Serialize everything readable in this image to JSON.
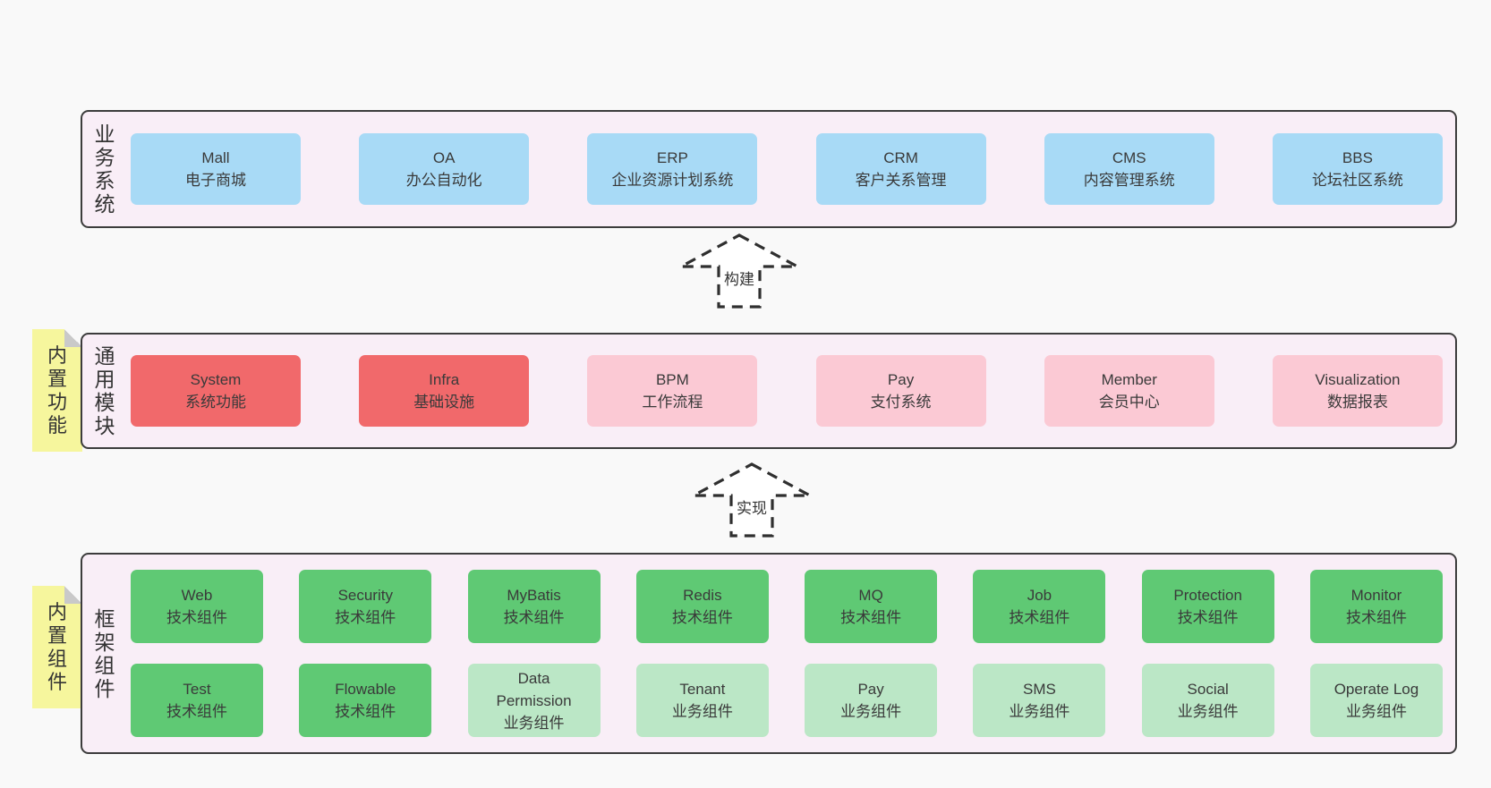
{
  "colors": {
    "page_bg": "#f9f9f9",
    "band_bg": "#f9eef7",
    "band_border": "#3c3c3c",
    "box_blue": "#a8daf6",
    "box_red": "#f1696b",
    "box_pink": "#fbc9d4",
    "box_green": "#5fc974",
    "box_light_green": "#bbe7c6",
    "note_yellow": "#f6f69d",
    "text": "#3a3a3a"
  },
  "arrows": {
    "build": {
      "label": "构建"
    },
    "implement": {
      "label": "实现"
    }
  },
  "sections": {
    "business": {
      "label": "业务系统",
      "items": [
        {
          "en": "Mall",
          "zh": "电子商城",
          "variant": "blue"
        },
        {
          "en": "OA",
          "zh": "办公自动化",
          "variant": "blue"
        },
        {
          "en": "ERP",
          "zh": "企业资源计划系统",
          "variant": "blue"
        },
        {
          "en": "CRM",
          "zh": "客户关系管理",
          "variant": "blue"
        },
        {
          "en": "CMS",
          "zh": "内容管理系统",
          "variant": "blue"
        },
        {
          "en": "BBS",
          "zh": "论坛社区系统",
          "variant": "blue"
        }
      ]
    },
    "common": {
      "label": "通用模块",
      "note": "内置功能",
      "items": [
        {
          "en": "System",
          "zh": "系统功能",
          "variant": "red"
        },
        {
          "en": "Infra",
          "zh": "基础设施",
          "variant": "red"
        },
        {
          "en": "BPM",
          "zh": "工作流程",
          "variant": "pink"
        },
        {
          "en": "Pay",
          "zh": "支付系统",
          "variant": "pink"
        },
        {
          "en": "Member",
          "zh": "会员中心",
          "variant": "pink"
        },
        {
          "en": "Visualization",
          "zh": "数据报表",
          "variant": "pink"
        }
      ]
    },
    "framework": {
      "label": "框架组件",
      "note": "内置组件",
      "row1": [
        {
          "en": "Web",
          "zh": "技术组件",
          "variant": "green"
        },
        {
          "en": "Security",
          "zh": "技术组件",
          "variant": "green"
        },
        {
          "en": "MyBatis",
          "zh": "技术组件",
          "variant": "green"
        },
        {
          "en": "Redis",
          "zh": "技术组件",
          "variant": "green"
        },
        {
          "en": "MQ",
          "zh": "技术组件",
          "variant": "green"
        },
        {
          "en": "Job",
          "zh": "技术组件",
          "variant": "green"
        },
        {
          "en": "Protection",
          "zh": "技术组件",
          "variant": "green"
        },
        {
          "en": "Monitor",
          "zh": "技术组件",
          "variant": "green"
        }
      ],
      "row2": [
        {
          "en": "Test",
          "zh": "技术组件",
          "variant": "green"
        },
        {
          "en": "Flowable",
          "zh": "技术组件",
          "variant": "green"
        },
        {
          "en": "Data Permission",
          "zh": "业务组件",
          "variant": "lgreen"
        },
        {
          "en": "Tenant",
          "zh": "业务组件",
          "variant": "lgreen"
        },
        {
          "en": "Pay",
          "zh": "业务组件",
          "variant": "lgreen"
        },
        {
          "en": "SMS",
          "zh": "业务组件",
          "variant": "lgreen"
        },
        {
          "en": "Social",
          "zh": "业务组件",
          "variant": "lgreen"
        },
        {
          "en": "Operate Log",
          "zh": "业务组件",
          "variant": "lgreen"
        }
      ]
    }
  }
}
